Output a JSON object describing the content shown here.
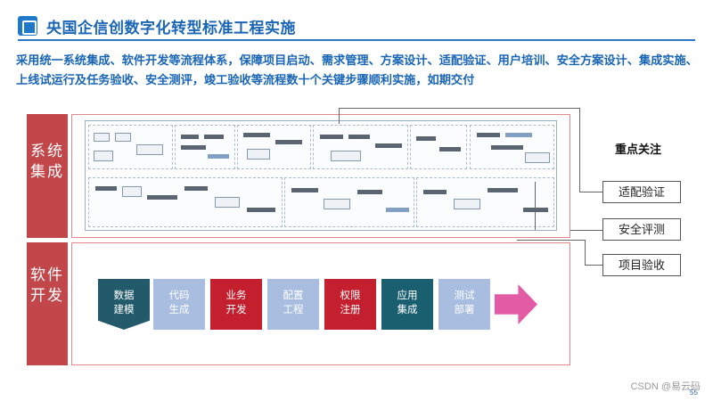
{
  "header": {
    "title": "央国企信创数字化转型标准工程实施"
  },
  "description": "采用统一系统集成、软件开发等流程体系，保障项目启动、需求管理、方案设计、适配验证、用户培训、安全方案设计、集成实施、上线试运行及任务验收、安全测评，竣工验收等流程数十个关键步骤顺利实施，如期交付",
  "side_tabs": {
    "system_integration": "系统\n集成",
    "software_dev": "软件\n开发"
  },
  "focus": {
    "title": "重点关注",
    "items": [
      "适配验证",
      "安全评测",
      "项目验收"
    ]
  },
  "pipeline": {
    "steps": [
      {
        "label": "数据\n建模",
        "style": "dark"
      },
      {
        "label": "代码\n生成",
        "style": "light"
      },
      {
        "label": "业务\n开发",
        "style": "red"
      },
      {
        "label": "配置\n工程",
        "style": "light"
      },
      {
        "label": "权限\n注册",
        "style": "red"
      },
      {
        "label": "应用\n集成",
        "style": "teal"
      },
      {
        "label": "测试\n部署",
        "style": "light"
      }
    ]
  },
  "footer": {
    "watermark": "CSDN @易云码",
    "page_number": "55"
  }
}
